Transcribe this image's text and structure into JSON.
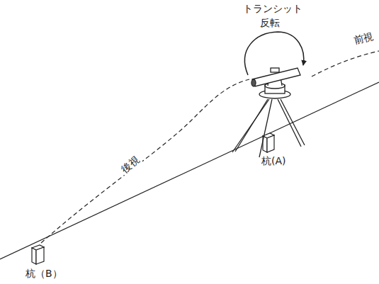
{
  "diagram": {
    "labels": [
      "トランシット",
      "反転",
      "前視",
      "後視",
      "杭(A)",
      "杭（B）"
    ]
  }
}
